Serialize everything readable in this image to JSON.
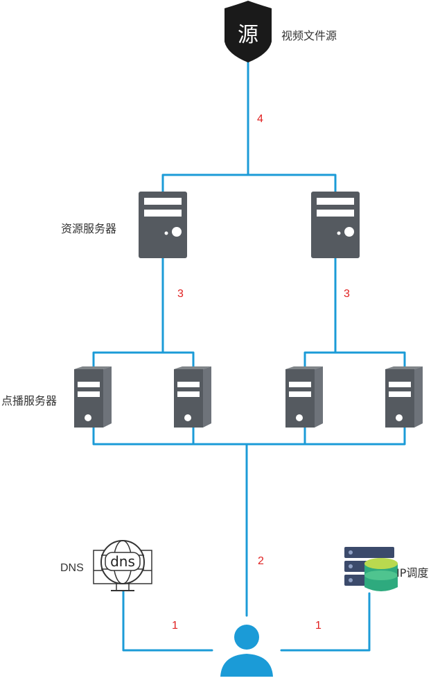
{
  "labels": {
    "source": "视频文件源",
    "source_glyph": "源",
    "resource_server": "资源服务器",
    "vod_server": "点播服务器",
    "dns": "DNS",
    "dns_glyph": "dns",
    "ip_dispatch": "IP调度"
  },
  "steps": {
    "source_link": "4",
    "resource_left": "3",
    "resource_right": "3",
    "client_vod": "2",
    "client_dns": "1",
    "client_ip": "1"
  },
  "colors": {
    "line": "#1b9bd7",
    "step_number": "#e02020",
    "server_body": "#555a60",
    "shield": "#1a1a1a",
    "user": "#1b9bd7"
  },
  "icons": {
    "source": "shield-source-icon",
    "resource_server": "tower-server-icon",
    "vod_server": "rack-server-icon",
    "dns": "dns-globe-monitor-icon",
    "ip_dispatch": "database-server-icon",
    "client": "user-icon"
  }
}
